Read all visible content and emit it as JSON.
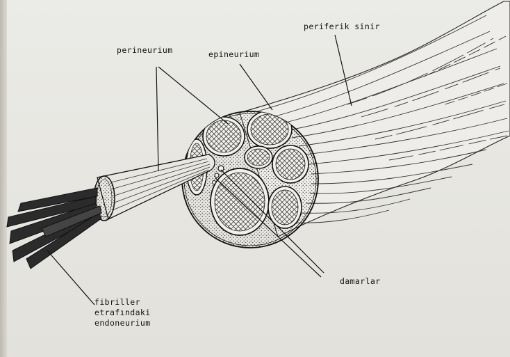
{
  "labels": {
    "perineurium": "perineurium",
    "epineurium": "epineurium",
    "periferik_sinir": "periferik sinir",
    "damarlar": "damarlar",
    "fibriller_line1": "fibriller",
    "fibriller_line2": "etrafındaki",
    "fibriller_line3": "endoneurium"
  },
  "colors": {
    "ink": "#111111",
    "paper": "#e9e8e3"
  }
}
